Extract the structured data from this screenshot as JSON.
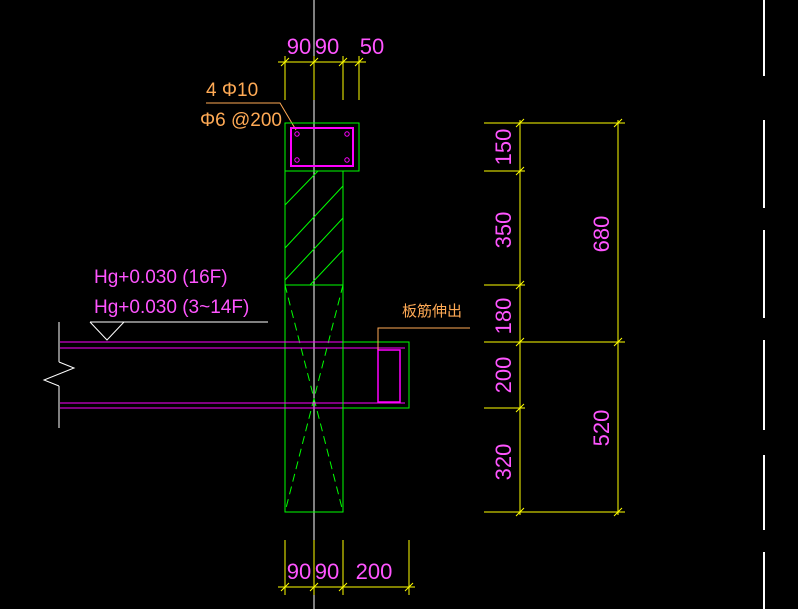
{
  "colors": {
    "background": "#000000",
    "dimension": "#ffff00",
    "text": "#ff55ff",
    "outline": "#00ff00",
    "slab": "#ff00ff",
    "annotation": "#ffaa55",
    "center_line": "#ffffff"
  },
  "top_dims": {
    "d1": "90",
    "d2": "90",
    "d3": "50"
  },
  "bottom_dims": {
    "d1": "90",
    "d2": "90",
    "d3": "200"
  },
  "rebar": {
    "main": "4 Φ10",
    "stirrup": "Φ6 @200"
  },
  "elevation": {
    "line1": "Hg+0.030  (16F)",
    "line2": "Hg+0.030  (3~14F)"
  },
  "slab_note": "板筋伸出",
  "vertical_dims": {
    "v1": "150",
    "v2": "350",
    "v3": "180",
    "v4": "200",
    "v5": "320",
    "total_upper": "680",
    "total_lower": "520"
  }
}
